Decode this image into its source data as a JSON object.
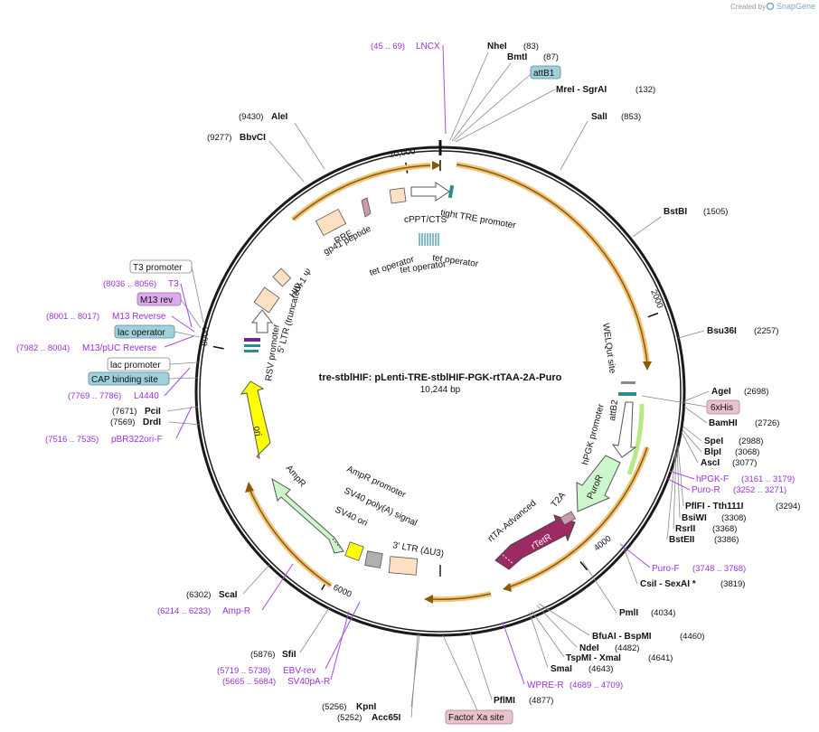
{
  "credit": {
    "prefix": "Created by",
    "brand": "SnapGene"
  },
  "plasmid": {
    "name": "tre-stblHIF: pLenti-TRE-stblHIF-PGK-rtTAA-2A-Puro",
    "length_label": "10,244 bp",
    "length": 10244
  },
  "ticks": [
    {
      "bp": 0,
      "label": ""
    },
    {
      "bp": 10000,
      "label": "10,000"
    },
    {
      "bp": 2000,
      "label": "2000"
    },
    {
      "bp": 4000,
      "label": "4000"
    },
    {
      "bp": 6000,
      "label": "6000"
    },
    {
      "bp": 8000,
      "label": "8000"
    }
  ],
  "sites": [
    {
      "name": "NheI",
      "pos": "(83)",
      "bp": 83
    },
    {
      "name": "BmtI",
      "pos": "(87)",
      "bp": 87
    },
    {
      "name": "MreI  - SgrAI",
      "pos": "(132)",
      "bp": 132
    },
    {
      "name": "SalI",
      "pos": "(853)",
      "bp": 853
    },
    {
      "name": "BstBI",
      "pos": "(1505)",
      "bp": 1505
    },
    {
      "name": "Bsu36I",
      "pos": "(2257)",
      "bp": 2257
    },
    {
      "name": "AgeI",
      "pos": "(2698)",
      "bp": 2698
    },
    {
      "name": "BamHI",
      "pos": "(2726)",
      "bp": 2726
    },
    {
      "name": "SpeI",
      "pos": "(2988)",
      "bp": 2988
    },
    {
      "name": "BlpI",
      "pos": "(3068)",
      "bp": 3068
    },
    {
      "name": "AscI",
      "pos": "(3077)",
      "bp": 3077
    },
    {
      "name": "PflFI  - Tth111I",
      "pos": "(3294)",
      "bp": 3294
    },
    {
      "name": "BsiWI",
      "pos": "(3308)",
      "bp": 3308
    },
    {
      "name": "RsrII",
      "pos": "(3368)",
      "bp": 3368
    },
    {
      "name": "BstEII",
      "pos": "(3386)",
      "bp": 3386
    },
    {
      "name": "CsiI  - SexAI *",
      "pos": "(3819)",
      "bp": 3819
    },
    {
      "name": "PmlI",
      "pos": "(4034)",
      "bp": 4034
    },
    {
      "name": "BfuAI  - BspMI",
      "pos": "(4460)",
      "bp": 4460
    },
    {
      "name": "NdeI",
      "pos": "(4482)",
      "bp": 4482
    },
    {
      "name": "TspMI  - XmaI",
      "pos": "(4641)",
      "bp": 4641
    },
    {
      "name": "SmaI",
      "pos": "(4643)",
      "bp": 4643
    },
    {
      "name": "PflMI",
      "pos": "(4877)",
      "bp": 4877
    },
    {
      "name": "Acc65I",
      "pos": "(5252)",
      "bp": 5252
    },
    {
      "name": "KpnI",
      "pos": "(5256)",
      "bp": 5256
    },
    {
      "name": "SfiI",
      "pos": "(5876)",
      "bp": 5876
    },
    {
      "name": "ScaI",
      "pos": "(6302)",
      "bp": 6302
    },
    {
      "name": "DrdI",
      "pos": "(7569)",
      "bp": 7569
    },
    {
      "name": "PciI",
      "pos": "(7671)",
      "bp": 7671
    },
    {
      "name": "BbvCI",
      "pos": "(9277)",
      "bp": 9277
    },
    {
      "name": "AleI",
      "pos": "(9430)",
      "bp": 9430
    }
  ],
  "primers": [
    {
      "name": "LNCX",
      "pos": "(45 .. 69)",
      "bp": 57
    },
    {
      "name": "hPGK-F",
      "pos": "(3161 .. 3179)",
      "bp": 3170
    },
    {
      "name": "Puro-R",
      "pos": "(3252 .. 3271)",
      "bp": 3261
    },
    {
      "name": "Puro-F",
      "pos": "(3748 .. 3768)",
      "bp": 3758
    },
    {
      "name": "WPRE-R",
      "pos": "(4689 .. 4709)",
      "bp": 4699
    },
    {
      "name": "SV40pA-R",
      "pos": "(5665 .. 5684)",
      "bp": 5675
    },
    {
      "name": "EBV-rev",
      "pos": "(5719 .. 5738)",
      "bp": 5728
    },
    {
      "name": "Amp-R",
      "pos": "(6214 .. 6233)",
      "bp": 6223
    },
    {
      "name": "pBR322ori-F",
      "pos": "(7516 .. 7535)",
      "bp": 7525
    },
    {
      "name": "L4440",
      "pos": "(7769 .. 7786)",
      "bp": 7777
    },
    {
      "name": "M13/pUC Reverse",
      "pos": "(7982 .. 8004)",
      "bp": 7993
    },
    {
      "name": "M13 Reverse",
      "pos": "(8001 .. 8017)",
      "bp": 8009
    },
    {
      "name": "T3",
      "pos": "(8036 .. 8056)",
      "bp": 8046
    }
  ],
  "boxed_features": [
    {
      "name": "attB1",
      "color": "#9fd0dc"
    },
    {
      "name": "6xHis",
      "color": "#e9c2cc"
    },
    {
      "name": "Factor Xa site",
      "color": "#e9c2cc"
    },
    {
      "name": "T3 promoter",
      "color": "#ffffff"
    },
    {
      "name": "M13 rev",
      "color": "#dba9ec"
    },
    {
      "name": "lac operator",
      "color": "#9fd0dc"
    },
    {
      "name": "lac promoter",
      "color": "#ffffff"
    },
    {
      "name": "CAP binding site",
      "color": "#9fd0dc"
    }
  ],
  "features": [
    {
      "name": "tight TRE promoter"
    },
    {
      "name": "cPPT/CTS"
    },
    {
      "name": "tet operator"
    },
    {
      "name": "tet operator"
    },
    {
      "name": "tet operator"
    },
    {
      "name": "gp41 peptide"
    },
    {
      "name": "RRE"
    },
    {
      "name": "HIV-1 Ψ"
    },
    {
      "name": "5' LTR (truncated)"
    },
    {
      "name": "RSV promoter"
    },
    {
      "name": "ori"
    },
    {
      "name": "AmpR"
    },
    {
      "name": "AmpR promoter"
    },
    {
      "name": "SV40 poly(A) signal"
    },
    {
      "name": "SV40 ori"
    },
    {
      "name": "3' LTR (ΔU3)"
    },
    {
      "name": "rtTA-Advanced"
    },
    {
      "name": "rTetR"
    },
    {
      "name": "T2A"
    },
    {
      "name": "PuroR"
    },
    {
      "name": "hPGK promoter"
    },
    {
      "name": "attB2"
    },
    {
      "name": "WELQut site"
    }
  ],
  "colors": {
    "backbone": "#1a1a1a",
    "orf_arc": "#f0c27b",
    "ori": "#ffff00",
    "ampr": "#ccf7cc",
    "puror": "#ccf7cc",
    "rtta": "#9c2a63",
    "promoter_box": "#fce0c4",
    "restriction_text": "#111111",
    "primer_text": "#9b30d9"
  }
}
